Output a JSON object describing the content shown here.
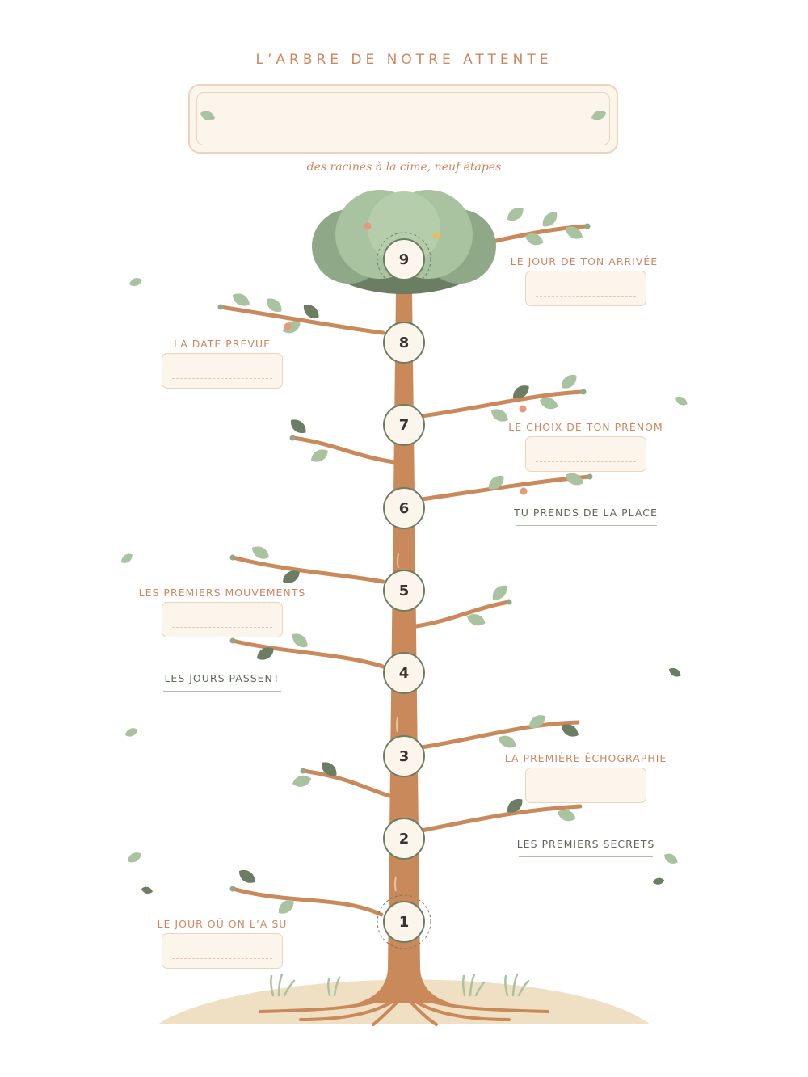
{
  "title": "L’ARBRE DE NOTRE ATTENTE",
  "subtitle": "des racines à la cime, neuf étapes",
  "colors": {
    "accent": "#cf8660",
    "trunk": "#c9895a",
    "leaf_light": "#a9c3a0",
    "leaf_dark": "#6b7d63",
    "cream": "#fbf5ec",
    "ground": "#efe0c4"
  },
  "steps": [
    {
      "number": "1",
      "label": "LE JOUR OÙ ON L’A SU",
      "field": "box"
    },
    {
      "number": "2",
      "label": "LES PREMIERS SECRETS",
      "field": "line"
    },
    {
      "number": "3",
      "label": "LA PREMIÈRE ÉCHOGRAPHIE",
      "field": "box"
    },
    {
      "number": "4",
      "label": "LES JOURS PASSENT",
      "field": "line"
    },
    {
      "number": "5",
      "label": "LES PREMIERS MOUVEMENTS",
      "field": "box"
    },
    {
      "number": "6",
      "label": "TU PRENDS DE LA PLACE",
      "field": "line"
    },
    {
      "number": "7",
      "label": "LE CHOIX DE TON PRÉNOM",
      "field": "box"
    },
    {
      "number": "8",
      "label": "LA DATE PRÉVUE",
      "field": "box"
    },
    {
      "number": "9",
      "label": "LE JOUR DE TON ARRIVÉE",
      "field": "box"
    }
  ]
}
